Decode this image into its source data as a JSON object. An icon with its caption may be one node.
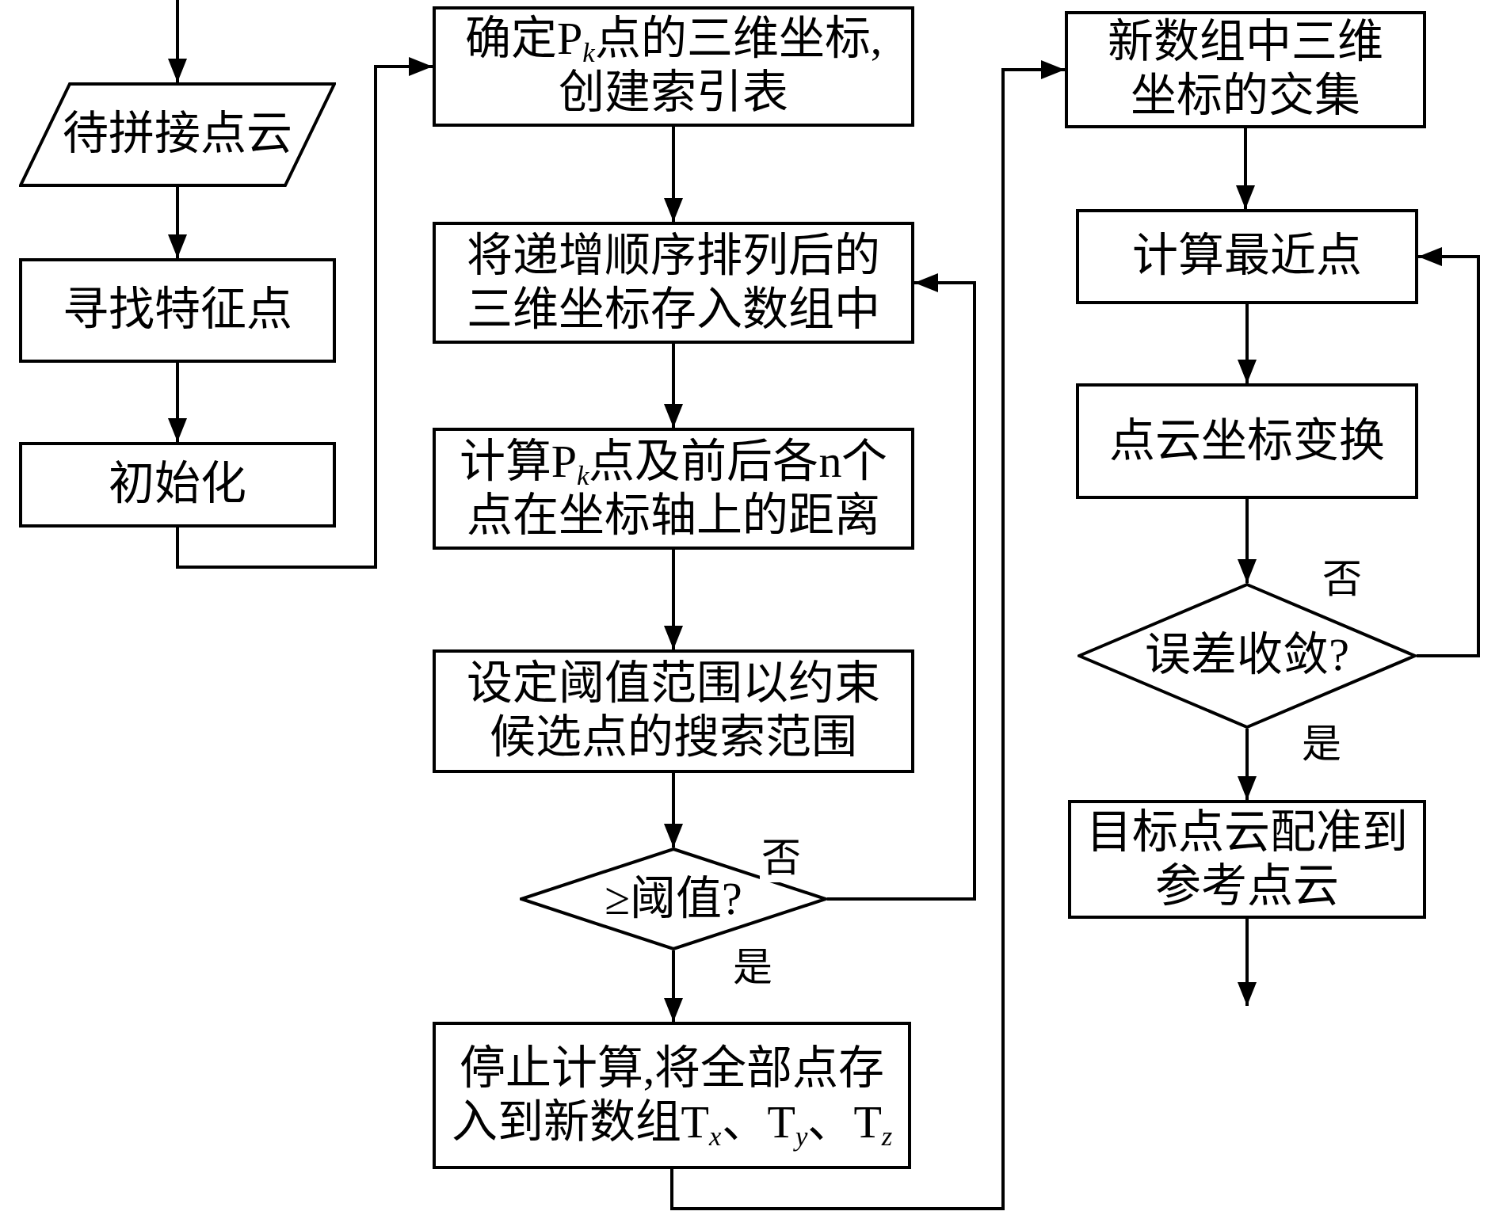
{
  "diagram": {
    "nodes": [
      {
        "text": [
          "待拼接点云"
        ]
      },
      {
        "text": [
          "寻找特征点"
        ]
      },
      {
        "text": [
          "初始化"
        ]
      },
      {
        "text": [
          "确定P$_{k}$点的三维坐标,创建索引表"
        ]
      },
      {
        "text": [
          "将递增顺序排列后的三维坐标存入数组中"
        ]
      },
      {
        "text": [
          "计算P$_{k}$点及前后各n个点在坐标轴上的距离"
        ]
      },
      {
        "text": [
          "设定阈值范围以约束候选点的搜索范围"
        ]
      },
      {
        "text": [
          "≥阈值?"
        ]
      },
      {
        "text": [
          "停止计算,将全部点存入到新数组T$_{x}$、T$_{y}$、T$_{z}$"
        ]
      },
      {
        "text": [
          "新数组中三维坐标的交集"
        ]
      },
      {
        "text": [
          "计算最近点"
        ]
      },
      {
        "text": [
          "点云坐标变换"
        ]
      },
      {
        "text": [
          "误差收敛?"
        ]
      },
      {
        "text": [
          "目标点云配准到参考点云"
        ]
      }
    ],
    "edges": [
      {
        "from": null,
        "to": 0,
        "arrow": "to"
      },
      {
        "from": 0,
        "to": 1,
        "arrow": "to"
      },
      {
        "from": 1,
        "to": 2,
        "arrow": "to"
      },
      {
        "from": 2,
        "to": 3,
        "arrow": "to"
      },
      {
        "from": 3,
        "to": 4,
        "arrow": "to"
      },
      {
        "from": 4,
        "to": 5,
        "arrow": "to"
      },
      {
        "from": 5,
        "to": 6,
        "arrow": "to"
      },
      {
        "from": 6,
        "to": 7,
        "arrow": "to"
      },
      {
        "from": 7,
        "to": 4,
        "arrow": "to",
        "label": "否"
      },
      {
        "from": 7,
        "to": 8,
        "arrow": "to",
        "label": "是"
      },
      {
        "from": 8,
        "to": 9,
        "arrow": "to"
      },
      {
        "from": 9,
        "to": 10,
        "arrow": "to"
      },
      {
        "from": 10,
        "to": 11,
        "arrow": "to"
      },
      {
        "from": 11,
        "to": 12,
        "arrow": "to"
      },
      {
        "from": 12,
        "to": 10,
        "arrow": "to",
        "label": "否"
      },
      {
        "from": 12,
        "to": 13,
        "arrow": "to",
        "label": "是"
      },
      {
        "from": 13,
        "to": null,
        "arrow": "to"
      }
    ]
  }
}
